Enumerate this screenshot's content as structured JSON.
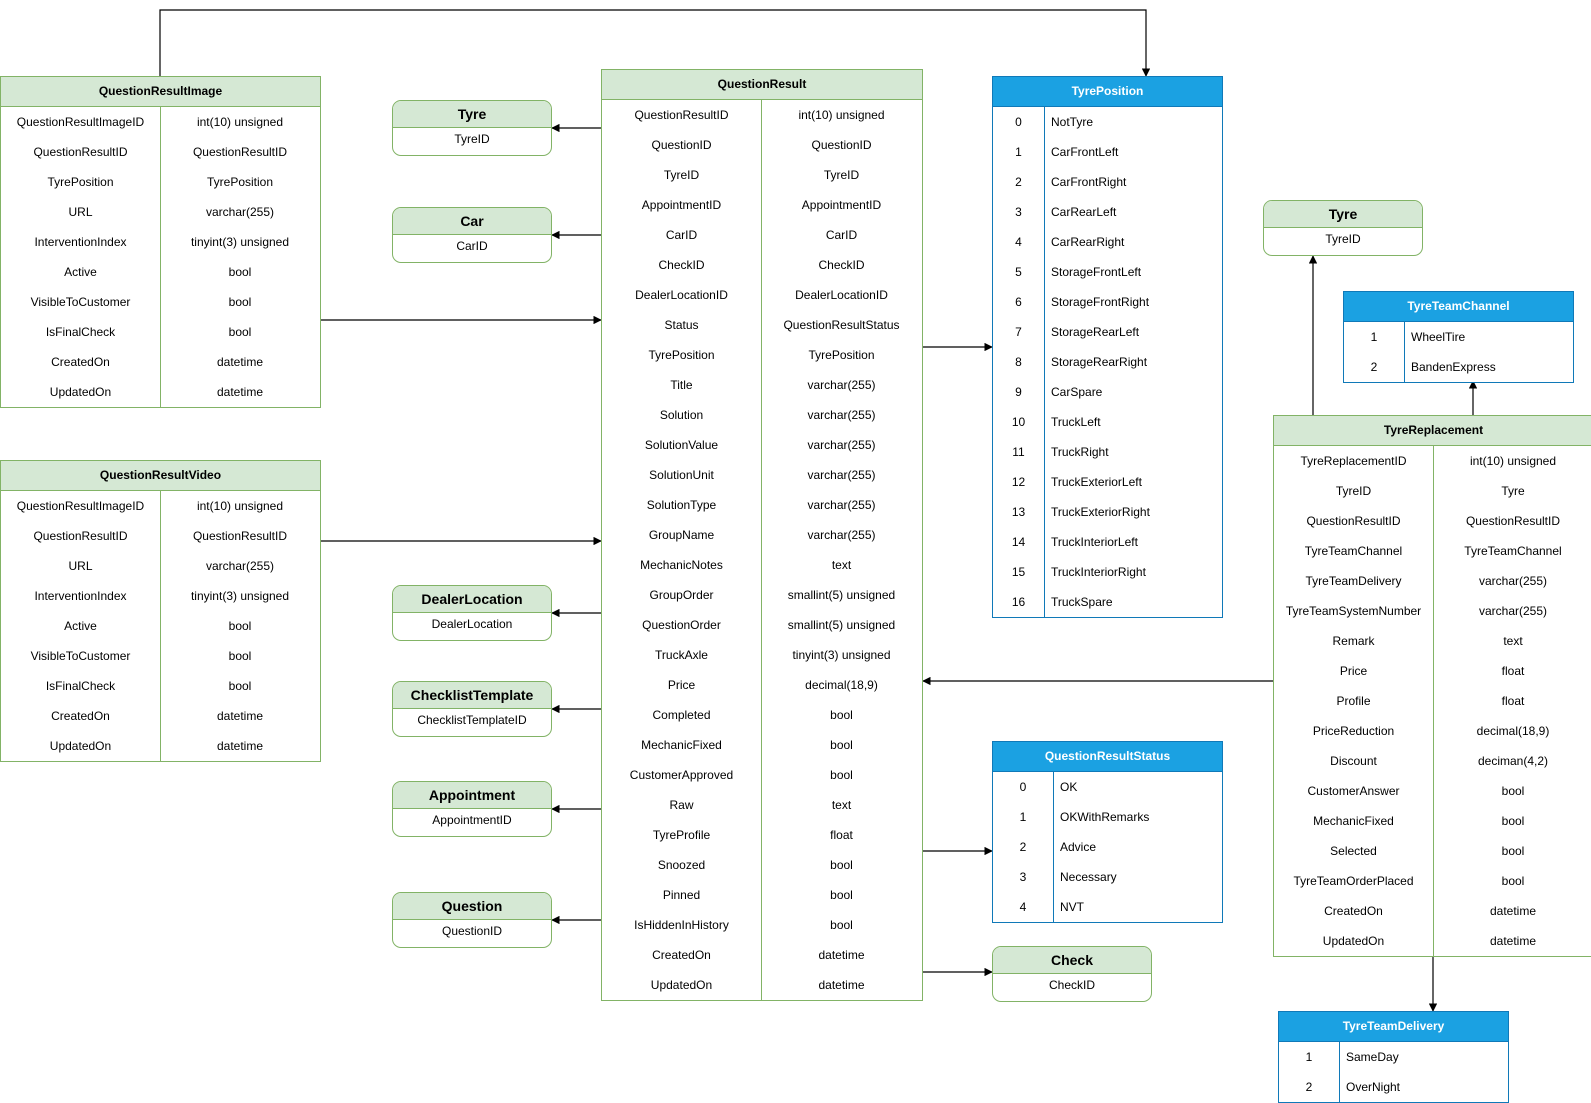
{
  "tables": {
    "question_result_image": {
      "title": "QuestionResultImage",
      "rows": [
        [
          "QuestionResultImageID",
          "int(10) unsigned"
        ],
        [
          "QuestionResultID",
          "QuestionResultID"
        ],
        [
          "TyrePosition",
          "TyrePosition"
        ],
        [
          "URL",
          "varchar(255)"
        ],
        [
          "InterventionIndex",
          "tinyint(3) unsigned"
        ],
        [
          "Active",
          "bool"
        ],
        [
          "VisibleToCustomer",
          "bool"
        ],
        [
          "IsFinalCheck",
          "bool"
        ],
        [
          "CreatedOn",
          "datetime"
        ],
        [
          "UpdatedOn",
          "datetime"
        ]
      ]
    },
    "question_result_video": {
      "title": "QuestionResultVideo",
      "rows": [
        [
          "QuestionResultImageID",
          "int(10) unsigned"
        ],
        [
          "QuestionResultID",
          "QuestionResultID"
        ],
        [
          "URL",
          "varchar(255)"
        ],
        [
          "InterventionIndex",
          "tinyint(3) unsigned"
        ],
        [
          "Active",
          "bool"
        ],
        [
          "VisibleToCustomer",
          "bool"
        ],
        [
          "IsFinalCheck",
          "bool"
        ],
        [
          "CreatedOn",
          "datetime"
        ],
        [
          "UpdatedOn",
          "datetime"
        ]
      ]
    },
    "question_result": {
      "title": "QuestionResult",
      "rows": [
        [
          "QuestionResultID",
          "int(10) unsigned"
        ],
        [
          "QuestionID",
          "QuestionID"
        ],
        [
          "TyreID",
          "TyreID"
        ],
        [
          "AppointmentID",
          "AppointmentID"
        ],
        [
          "CarID",
          "CarID"
        ],
        [
          "CheckID",
          "CheckID"
        ],
        [
          "DealerLocationID",
          "DealerLocationID"
        ],
        [
          "Status",
          "QuestionResultStatus"
        ],
        [
          "TyrePosition",
          "TyrePosition"
        ],
        [
          "Title",
          "varchar(255)"
        ],
        [
          "Solution",
          "varchar(255)"
        ],
        [
          "SolutionValue",
          "varchar(255)"
        ],
        [
          "SolutionUnit",
          "varchar(255)"
        ],
        [
          "SolutionType",
          "varchar(255)"
        ],
        [
          "GroupName",
          "varchar(255)"
        ],
        [
          "MechanicNotes",
          "text"
        ],
        [
          "GroupOrder",
          "smallint(5) unsigned"
        ],
        [
          "QuestionOrder",
          "smallint(5) unsigned"
        ],
        [
          "TruckAxle",
          "tinyint(3) unsigned"
        ],
        [
          "Price",
          "decimal(18,9)"
        ],
        [
          "Completed",
          "bool"
        ],
        [
          "MechanicFixed",
          "bool"
        ],
        [
          "CustomerApproved",
          "bool"
        ],
        [
          "Raw",
          "text"
        ],
        [
          "TyreProfile",
          "float"
        ],
        [
          "Snoozed",
          "bool"
        ],
        [
          "Pinned",
          "bool"
        ],
        [
          "IsHiddenInHistory",
          "bool"
        ],
        [
          "CreatedOn",
          "datetime"
        ],
        [
          "UpdatedOn",
          "datetime"
        ]
      ]
    },
    "tyre_position": {
      "title": "TyrePosition",
      "rows": [
        [
          "0",
          "NotTyre"
        ],
        [
          "1",
          "CarFrontLeft"
        ],
        [
          "2",
          "CarFrontRight"
        ],
        [
          "3",
          "CarRearLeft"
        ],
        [
          "4",
          "CarRearRight"
        ],
        [
          "5",
          "StorageFrontLeft"
        ],
        [
          "6",
          "StorageFrontRight"
        ],
        [
          "7",
          "StorageRearLeft"
        ],
        [
          "8",
          "StorageRearRight"
        ],
        [
          "9",
          "CarSpare"
        ],
        [
          "10",
          "TruckLeft"
        ],
        [
          "11",
          "TruckRight"
        ],
        [
          "12",
          "TruckExteriorLeft"
        ],
        [
          "13",
          "TruckExteriorRight"
        ],
        [
          "14",
          "TruckInteriorLeft"
        ],
        [
          "15",
          "TruckInteriorRight"
        ],
        [
          "16",
          "TruckSpare"
        ]
      ]
    },
    "question_result_status": {
      "title": "QuestionResultStatus",
      "rows": [
        [
          "0",
          "OK"
        ],
        [
          "1",
          "OKWithRemarks"
        ],
        [
          "2",
          "Advice"
        ],
        [
          "3",
          "Necessary"
        ],
        [
          "4",
          "NVT"
        ]
      ]
    },
    "tyre_team_channel": {
      "title": "TyreTeamChannel",
      "rows": [
        [
          "1",
          "WheelTire"
        ],
        [
          "2",
          "BandenExpress"
        ]
      ]
    },
    "tyre_replacement": {
      "title": "TyreReplacement",
      "rows": [
        [
          "TyreReplacementID",
          "int(10) unsigned"
        ],
        [
          "TyreID",
          "Tyre"
        ],
        [
          "QuestionResultID",
          "QuestionResultID"
        ],
        [
          "TyreTeamChannel",
          "TyreTeamChannel"
        ],
        [
          "TyreTeamDelivery",
          "varchar(255)"
        ],
        [
          "TyreTeamSystemNumber",
          "varchar(255)"
        ],
        [
          "Remark",
          "text"
        ],
        [
          "Price",
          "float"
        ],
        [
          "Profile",
          "float"
        ],
        [
          "PriceReduction",
          "decimal(18,9)"
        ],
        [
          "Discount",
          "deciman(4,2)"
        ],
        [
          "CustomerAnswer",
          "bool"
        ],
        [
          "MechanicFixed",
          "bool"
        ],
        [
          "Selected",
          "bool"
        ],
        [
          "TyreTeamOrderPlaced",
          "bool"
        ],
        [
          "CreatedOn",
          "datetime"
        ],
        [
          "UpdatedOn",
          "datetime"
        ]
      ]
    },
    "tyre_team_delivery": {
      "title": "TyreTeamDelivery",
      "rows": [
        [
          "1",
          "SameDay"
        ],
        [
          "2",
          "OverNight"
        ]
      ]
    }
  },
  "refs": {
    "tyre_left": {
      "title": "Tyre",
      "field": "TyreID"
    },
    "car": {
      "title": "Car",
      "field": "CarID"
    },
    "dealer_location": {
      "title": "DealerLocation",
      "field": "DealerLocation"
    },
    "checklist_template": {
      "title": "ChecklistTemplate",
      "field": "ChecklistTemplateID"
    },
    "appointment": {
      "title": "Appointment",
      "field": "AppointmentID"
    },
    "question": {
      "title": "Question",
      "field": "QuestionID"
    },
    "check": {
      "title": "Check",
      "field": "CheckID"
    },
    "tyre_right": {
      "title": "Tyre",
      "field": "TyreID"
    }
  },
  "colors": {
    "green_fill": "#d5e8d4",
    "green_border": "#82b366",
    "blue_fill": "#1ba1e2",
    "blue_border": "#1079b8",
    "connector": "#000000"
  }
}
